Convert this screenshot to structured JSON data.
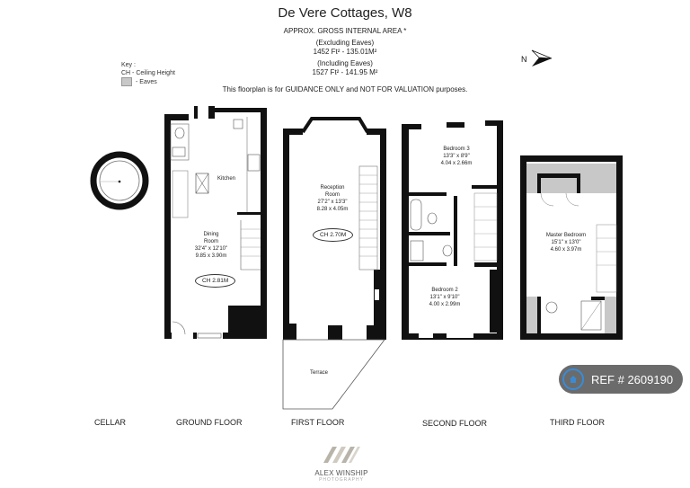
{
  "header": {
    "title": "De Vere Cottages, W8",
    "area_heading": "APPROX. GROSS INTERNAL  AREA *",
    "excluding_label": "(Excluding Eaves)",
    "excluding_value": "1452 Ft² - 135.01M²",
    "including_label": "(Including Eaves)",
    "including_value": "1527 Ft² - 141.95 M²",
    "notice": "This floorplan is for GUIDANCE ONLY and NOT FOR VALUATION purposes."
  },
  "key": {
    "heading": "Key :",
    "ch": "CH - Ceiling Height",
    "eaves": "- Eaves",
    "eaves_color": "#c8c8c8"
  },
  "compass": {
    "label": "N",
    "icon": "north-arrow-icon"
  },
  "floors": [
    {
      "label": "CELLAR"
    },
    {
      "label": "GROUND FLOOR"
    },
    {
      "label": "FIRST FLOOR"
    },
    {
      "label": "SECOND FLOOR"
    },
    {
      "label": "THIRD FLOOR"
    }
  ],
  "rooms": {
    "kitchen": {
      "name": "Kitchen"
    },
    "dining": {
      "name1": "Dining",
      "name2": "Room",
      "imperial": "32'4\" x 12'10\"",
      "metric": "9.85 x 3.90m",
      "ch": "CH 2.81M"
    },
    "reception": {
      "name1": "Reception",
      "name2": "Room",
      "imperial": "27'2\" x 13'3\"",
      "metric": "8.28 x 4.05m",
      "ch": "CH 2.70M"
    },
    "terrace": {
      "name": "Terrace"
    },
    "bedroom3": {
      "name": "Bedroom 3",
      "imperial": "13'3\" x 8'9\"",
      "metric": "4.04 x 2.66m"
    },
    "bedroom2": {
      "name": "Bedroom 2",
      "imperial": "13'1\" x 9'10\"",
      "metric": "4.00 x 2.99m"
    },
    "master": {
      "name": "Master Bedroom",
      "imperial": "15'1\" x 13'0\"",
      "metric": "4.60 x 3.97m"
    }
  },
  "ref_badge": {
    "text": "REF # 2609190",
    "icon": "home-icon",
    "bg": "#6b6b6b",
    "ring": "#3a8bd6"
  },
  "logo": {
    "name": "ALEX WINSHIP",
    "sub": "PHOTOGRAPHY"
  },
  "colors": {
    "wall": "#111111",
    "eaves": "#c8c8c8",
    "line": "#555555"
  }
}
